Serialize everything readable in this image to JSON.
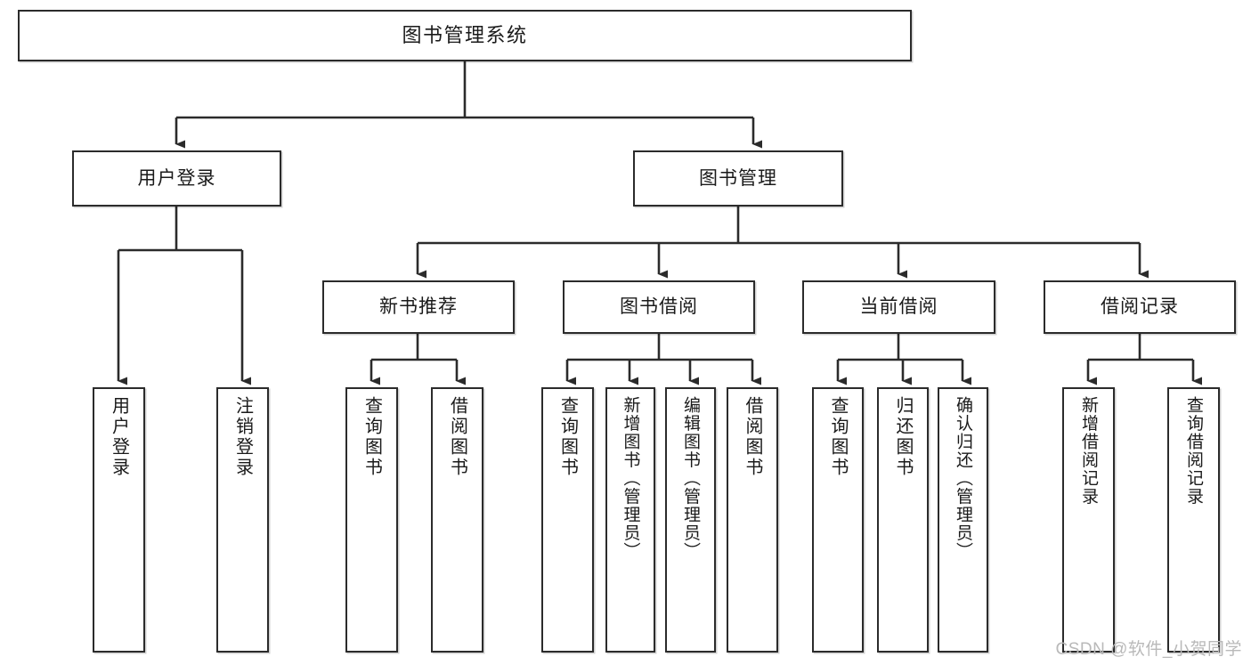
{
  "diagram": {
    "type": "tree-hierarchy",
    "title": "图书管理系统",
    "orientation": "top-down",
    "edge_color": "#2b2b2b",
    "node_fill": "#ffffff",
    "node_border": "#2b2b2b",
    "text_color": "#1a1a1a",
    "watermark": "CSDN @软件_小贺同学",
    "watermark_color": "#b9b9b9"
  },
  "nodes": {
    "root": {
      "label": "图书管理系统",
      "level": 1
    },
    "level2": [
      {
        "id": "user-login",
        "label": "用户登录",
        "level": 2
      },
      {
        "id": "book-management",
        "label": "图书管理",
        "level": 2
      }
    ],
    "level3": [
      {
        "id": "new-book-recommend",
        "label": "新书推荐",
        "level": 3,
        "parent": "book-management"
      },
      {
        "id": "book-borrow",
        "label": "图书借阅",
        "level": 3,
        "parent": "book-management"
      },
      {
        "id": "current-borrow",
        "label": "当前借阅",
        "level": 3,
        "parent": "book-management"
      },
      {
        "id": "borrow-record",
        "label": "借阅记录",
        "level": 3,
        "parent": "book-management"
      }
    ],
    "leaves": [
      {
        "id": "leaf-user-login",
        "label": "用户登录",
        "parent": "user-login"
      },
      {
        "id": "leaf-logout",
        "label": "注销登录",
        "parent": "user-login"
      },
      {
        "id": "leaf-query-book-1",
        "label": "查询图书",
        "parent": "new-book-recommend"
      },
      {
        "id": "leaf-borrow-book-1",
        "label": "借阅图书",
        "parent": "new-book-recommend"
      },
      {
        "id": "leaf-query-book-2",
        "label": "查询图书",
        "parent": "book-borrow"
      },
      {
        "id": "leaf-add-book",
        "label": "新增图书（管理员）",
        "parent": "book-borrow"
      },
      {
        "id": "leaf-edit-book",
        "label": "编辑图书（管理员）",
        "parent": "book-borrow"
      },
      {
        "id": "leaf-borrow-book-2",
        "label": "借阅图书",
        "parent": "book-borrow"
      },
      {
        "id": "leaf-query-book-3",
        "label": "查询图书",
        "parent": "current-borrow"
      },
      {
        "id": "leaf-return-book",
        "label": "归还图书",
        "parent": "current-borrow"
      },
      {
        "id": "leaf-confirm-return",
        "label": "确认归还（管理员）",
        "parent": "current-borrow"
      },
      {
        "id": "leaf-add-record",
        "label": "新增借阅记录",
        "parent": "borrow-record"
      },
      {
        "id": "leaf-query-record",
        "label": "查询借阅记录",
        "parent": "borrow-record"
      }
    ]
  }
}
